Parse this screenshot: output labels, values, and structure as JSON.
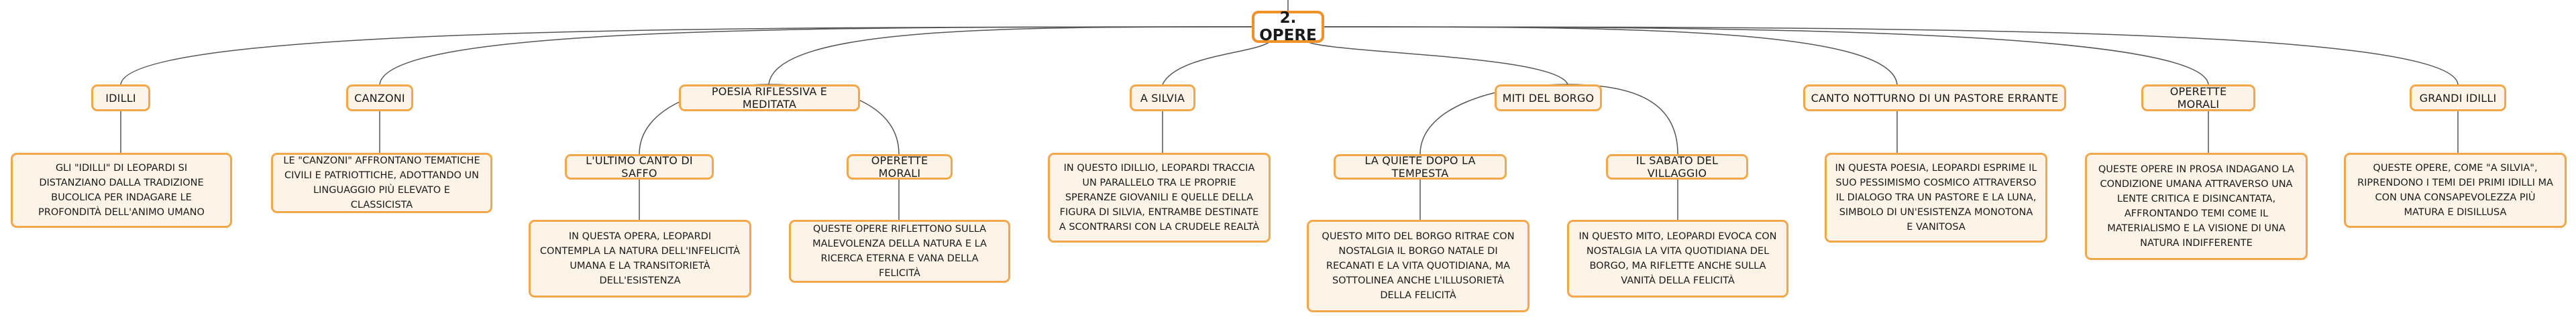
{
  "root": {
    "label": "2. OPERE"
  },
  "branches": [
    {
      "label": "IDILLI",
      "text": "GLI \"IDILLI\" DI LEOPARDI SI DISTANZIANO DALLA TRADIZIONE BUCOLICA PER INDAGARE LE PROFONDITÀ DELL'ANIMO UMANO"
    },
    {
      "label": "CANZONI",
      "text": "LE \"CANZONI\" AFFRONTANO TEMATICHE CIVILI E PATRIOTTICHE, ADOTTANDO UN LINGUAGGIO PIÙ ELEVATO E CLASSICISTA"
    },
    {
      "label": "POESIA RIFLESSIVA E MEDITATA",
      "children": [
        {
          "label": "L'ULTIMO CANTO DI SAFFO",
          "text": "IN QUESTA OPERA, LEOPARDI CONTEMPLA LA NATURA DELL'INFELICITÀ UMANA E LA TRANSITORIETÀ DELL'ESISTENZA"
        },
        {
          "label": "OPERETTE MORALI",
          "text": "QUESTE OPERE RIFLETTONO SULLA MALEVOLENZA DELLA NATURA E LA RICERCA ETERNA E VANA DELLA FELICITÀ"
        }
      ]
    },
    {
      "label": "A SILVIA",
      "text": "IN QUESTO IDILLIO, LEOPARDI TRACCIA UN PARALLELO TRA LE PROPRIE SPERANZE GIOVANILI E QUELLE DELLA FIGURA DI SILVIA, ENTRAMBE DESTINATE A SCONTRARSI CON LA CRUDELE REALTÀ"
    },
    {
      "label": "MITI DEL BORGO",
      "children": [
        {
          "label": "LA QUIETE DOPO LA TEMPESTA",
          "text": "QUESTO MITO DEL BORGO RITRAE CON NOSTALGIA IL BORGO NATALE DI RECANATI E LA VITA QUOTIDIANA, MA SOTTOLINEA ANCHE L'ILLUSORIETÀ DELLA FELICITÀ"
        },
        {
          "label": "IL SABATO DEL VILLAGGIO",
          "text": "IN QUESTO MITO, LEOPARDI EVOCA CON NOSTALGIA LA VITA QUOTIDIANA DEL BORGO, MA RIFLETTE ANCHE SULLA VANITÀ DELLA FELICITÀ"
        }
      ]
    },
    {
      "label": "CANTO NOTTURNO DI UN PASTORE ERRANTE",
      "text": "IN QUESTA POESIA, LEOPARDI ESPRIME IL SUO PESSIMISMO COSMICO ATTRAVERSO IL DIALOGO TRA UN PASTORE E LA LUNA, SIMBOLO DI UN'ESISTENZA MONOTONA E VANITOSA"
    },
    {
      "label": "OPERETTE MORALI",
      "text": "QUESTE OPERE IN PROSA INDAGANO LA CONDIZIONE UMANA ATTRAVERSO UNA LENTE CRITICA E DISINCANTATA, AFFRONTANDO TEMI COME IL MATERIALISMO E LA VISIONE DI UNA NATURA INDIFFERENTE"
    },
    {
      "label": "GRANDI IDILLI",
      "text": "QUESTE OPERE, COME \"A SILVIA\", RIPRENDONO I TEMI DEI PRIMI IDILLI MA CON UNA CONSAPEVOLEZZA PIÙ MATURA E DISILLUSA"
    }
  ]
}
